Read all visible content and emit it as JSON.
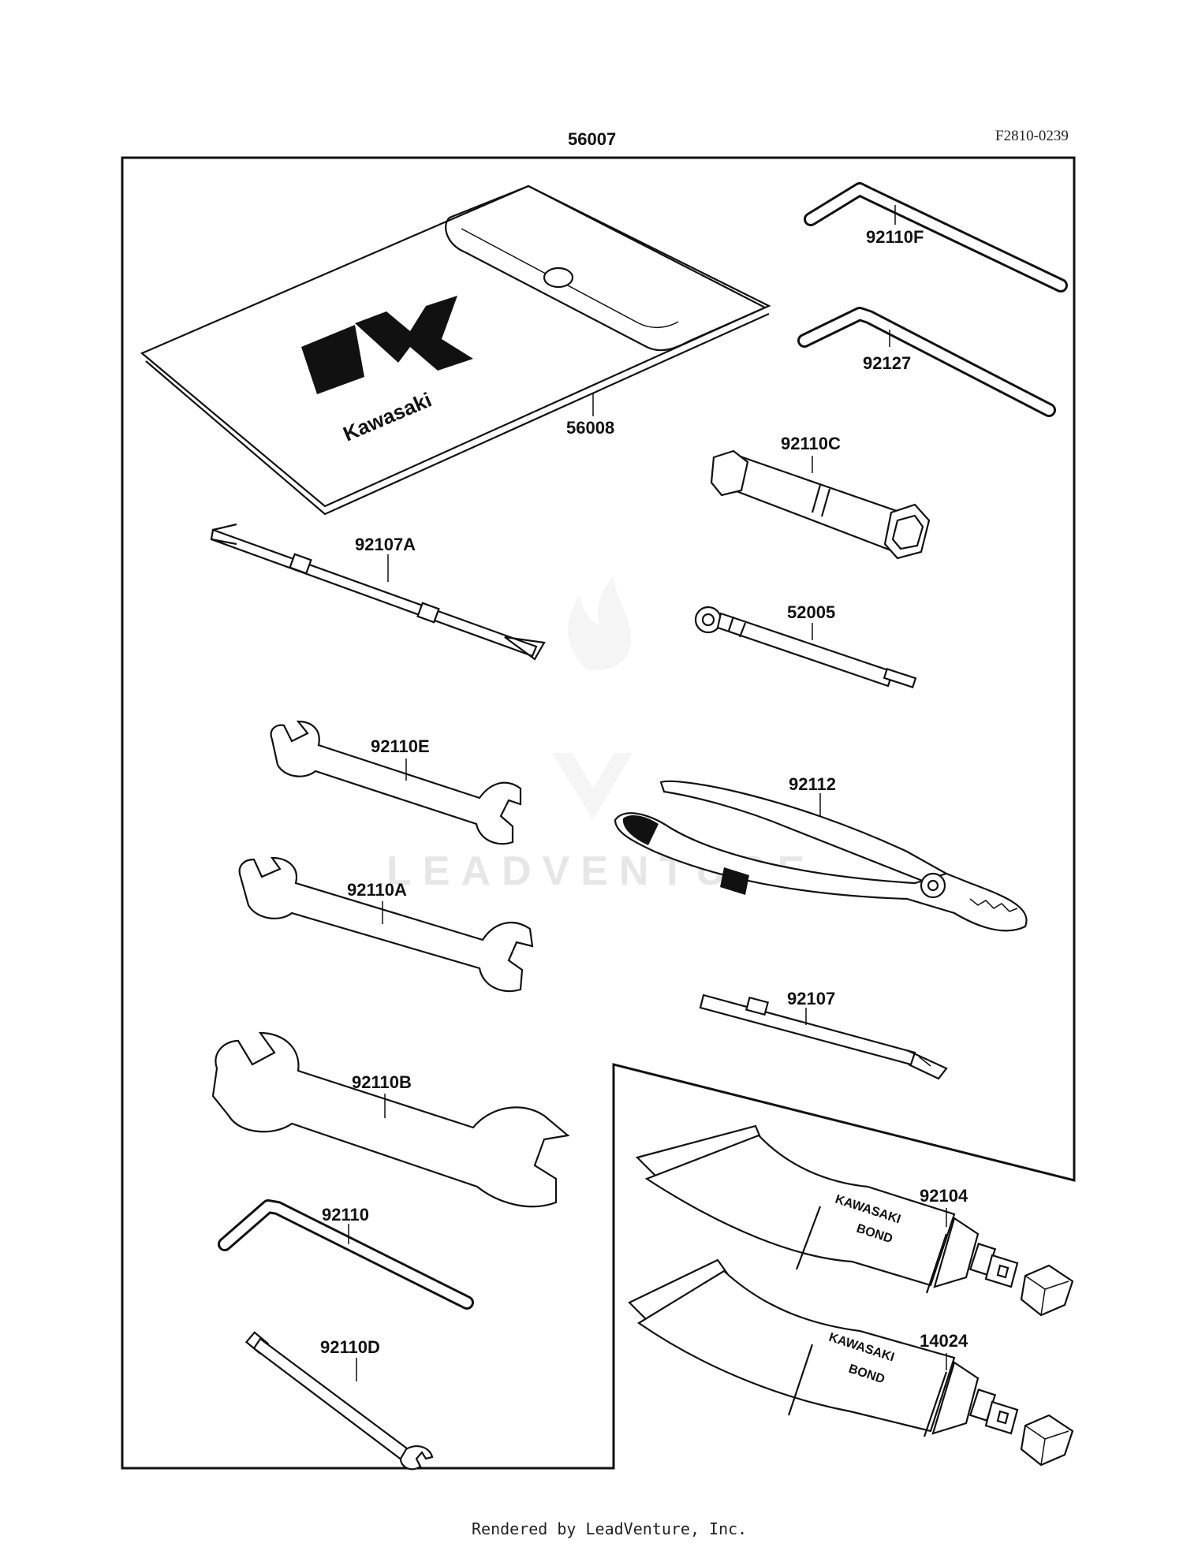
{
  "drawing_id": "F2810-0239",
  "watermark": "LEADVENTURE",
  "footer": "Rendered by LeadVenture, Inc.",
  "logo_text": "Kawasaki",
  "tube_label": {
    "line1": "KAWASAKI",
    "line2": "BOND"
  },
  "parts": {
    "kit": "56007",
    "bag": "56008",
    "hex_92110F": "92110F",
    "hex_92127": "92127",
    "plug_socket": "92110C",
    "screwdriver_92107A": "92107A",
    "bar_52005": "52005",
    "wrench_92110E": "92110E",
    "pliers": "92112",
    "wrench_92110A": "92110A",
    "screwdriver_92107": "92107",
    "wrench_92110B": "92110B",
    "hex_92110": "92110",
    "bond_92104": "92104",
    "bond_14024": "14024",
    "spoke_wrench": "92110D"
  }
}
